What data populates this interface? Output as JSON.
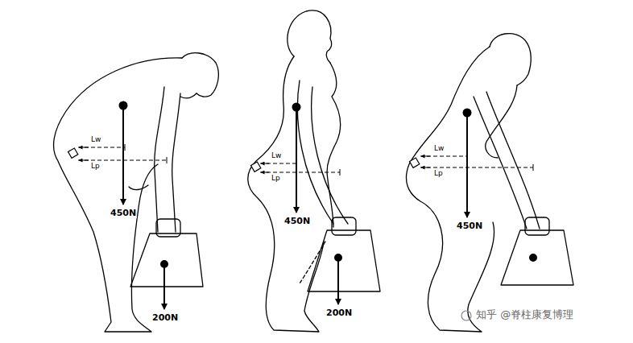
{
  "diagram": {
    "labels": [
      "Lw",
      "Lp",
      "450N",
      "200N",
      "Lw",
      "Lp",
      "450N",
      "200N",
      "Lw",
      "Lp",
      "450N",
      "知乎 @脊柱康复博理"
    ]
  }
}
